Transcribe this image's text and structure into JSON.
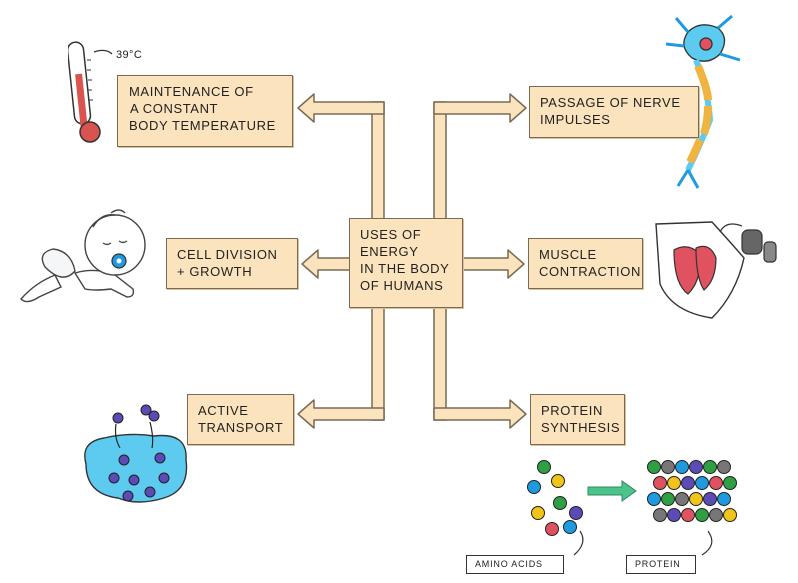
{
  "center": {
    "lines": [
      "USES OF",
      "ENERGY",
      "IN THE BODY",
      "OF HUMANS"
    ]
  },
  "uses": {
    "temperature": {
      "lines": [
        "MAINTENANCE  OF",
        "A CONSTANT",
        "BODY TEMPERATURE"
      ]
    },
    "cell_division": {
      "lines": [
        "CELL DIVISION",
        "+ GROWTH"
      ]
    },
    "active_transport": {
      "lines": [
        "ACTIVE",
        "TRANSPORT"
      ]
    },
    "nerve_impulses": {
      "lines": [
        "PASSAGE  OF NERVE",
        "IMPULSES"
      ]
    },
    "muscle_contraction": {
      "lines": [
        "MUSCLE",
        "CONTRACTION"
      ]
    },
    "protein_synthesis": {
      "lines": [
        "PROTEIN",
        "SYNTHESIS"
      ]
    }
  },
  "thermometer_reading": "39°C",
  "labels": {
    "amino_acids": "AMINO  ACIDS",
    "protein": "PROTEIN"
  },
  "colors": {
    "box_fill": "#fbe3bd",
    "arrow_fill": "#fbe3bd",
    "outline": "#7a6a55",
    "red": "#d9534f",
    "cell_blue": "#5ccbef",
    "particle_purple": "#5b4bb7",
    "green_arrow": "#4cc38a"
  },
  "bead_colors": [
    "#2ea043",
    "#1e9be0",
    "#f0c419",
    "#5b4bb7",
    "#e05260",
    "#777777"
  ]
}
